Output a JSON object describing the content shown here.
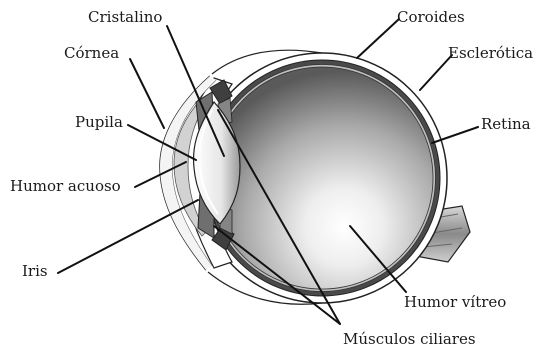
{
  "diagram": {
    "labels": {
      "cristalino": "Cristalino",
      "coroides": "Coroides",
      "cornea": "Córnea",
      "esclerotica": "Esclerótica",
      "pupila": "Pupila",
      "retina": "Retina",
      "humor_acuoso": "Humor acuoso",
      "iris": "Iris",
      "humor_vitreo": "Humor vítreo",
      "musculos_ciliares": "Músculos ciliares"
    }
  }
}
